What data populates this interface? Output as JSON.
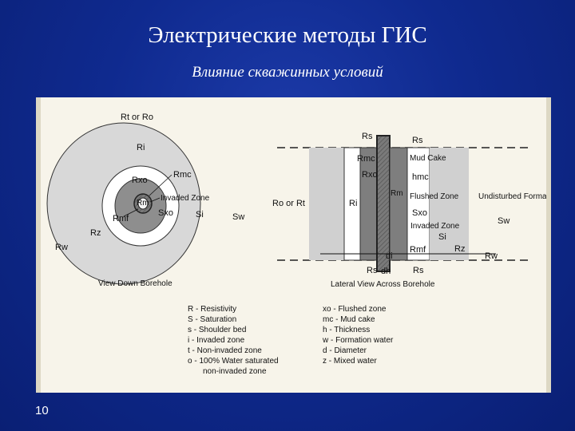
{
  "title": "Электрические методы ГИС",
  "subtitle": "Влияние скважинных условий",
  "page_number": "10",
  "colors": {
    "background": "#0f2a8f",
    "panel": "#f7f4ea",
    "zone_light": "#d6d6d6",
    "zone_mid": "#8e8e8e",
    "zone_dark": "#444444"
  },
  "borehole_view": {
    "rt_or_ro": "Rt or Ro",
    "ri": "Ri",
    "rmc": "Rmc",
    "rxo": "Rxo",
    "rm": "Rm",
    "invaded_zone": "Invaded Zone",
    "sxo": "Sxo",
    "si": "Si",
    "sw": "Sw",
    "rmf": "Rmf",
    "rz": "Rz",
    "rw": "Rw",
    "caption": "View Down Borehole"
  },
  "lateral_view": {
    "rs_left": "Rs",
    "rs_right": "Rs",
    "rmc": "Rmc",
    "mud_cake": "Mud Cake",
    "rxo": "Rxo",
    "hmc": "hmc",
    "rm": "Rm",
    "flushed_zone": "Flushed Zone",
    "undisturbed_formation": "Undisturbed Formation",
    "sw": "Sw",
    "ro_or_rt": "Ro or Rt",
    "ri": "Ri",
    "sxo": "Sxo",
    "invaded_zone": "Invaded Zone",
    "si": "Si",
    "rmf": "Rmf",
    "rz": "Rz",
    "rw": "Rw",
    "di": "di",
    "dh": "dh",
    "rs_bottom_left": "Rs",
    "rs_bottom_right": "Rs",
    "caption": "Lateral View Across Borehole"
  },
  "legend": {
    "left": [
      "R - Resistivity",
      "S - Saturation",
      "s - Shoulder bed",
      "i - Invaded zone",
      "t - Non-invaded zone",
      "o - 100% Water saturated",
      "non-invaded zone"
    ],
    "right": [
      "xo - Flushed zone",
      "mc - Mud cake",
      "h - Thickness",
      "w - Formation water",
      "d - Diameter",
      "z - Mixed water"
    ]
  }
}
